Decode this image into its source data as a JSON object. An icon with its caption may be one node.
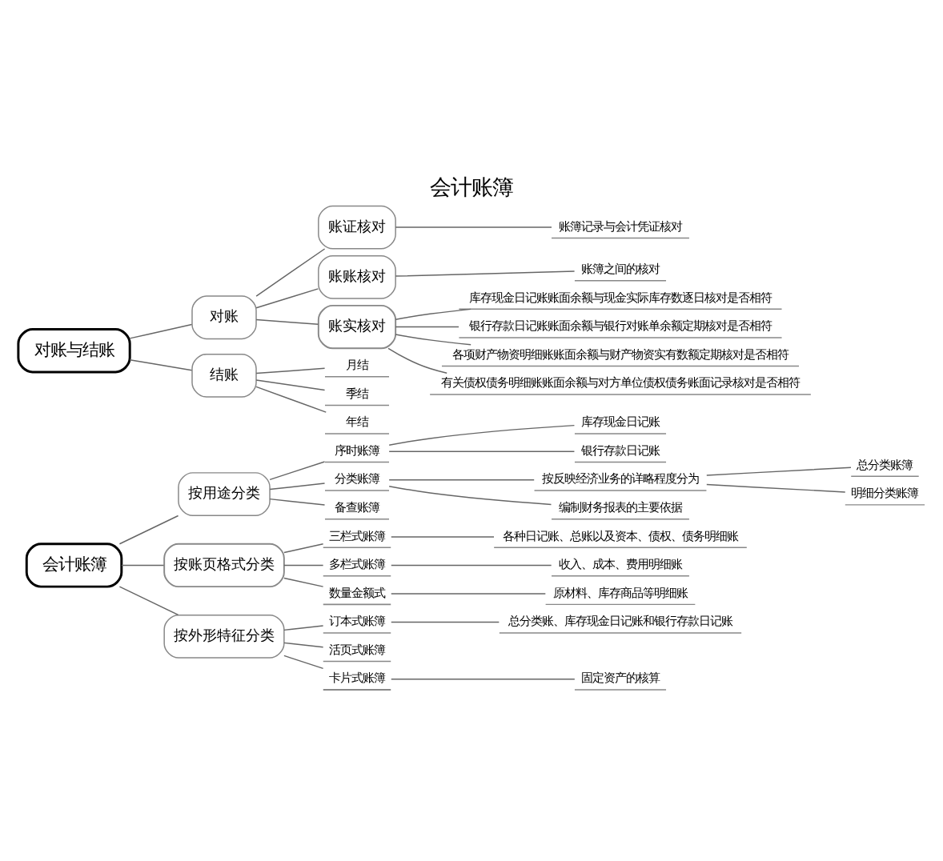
{
  "diagram": {
    "title": "会计账簿",
    "nodes": [
      {
        "text": [
          "会计账簿"
        ]
      },
      {
        "text": [
          "按用途分类"
        ]
      },
      {
        "text": [
          "序时账簿"
        ]
      },
      {
        "text": [
          "库存现金日记账"
        ]
      },
      {
        "text": [
          "银行存款日记账"
        ]
      },
      {
        "text": [
          "分类账簿"
        ]
      },
      {
        "text": [
          "按反映经济业务的详略程度分为"
        ]
      },
      {
        "text": [
          "总分类账簿"
        ]
      },
      {
        "text": [
          "明细分类账簿"
        ]
      },
      {
        "text": [
          "编制财务报表的主要依据"
        ]
      },
      {
        "text": [
          "备查账簿"
        ]
      },
      {
        "text": [
          "按账页格式分类"
        ]
      },
      {
        "text": [
          "三栏式账簿"
        ]
      },
      {
        "text": [
          "各种日记账、总账以及资本、债权、债务明细账"
        ]
      },
      {
        "text": [
          "多栏式账簿"
        ]
      },
      {
        "text": [
          "收入、成本、费用明细账"
        ]
      },
      {
        "text": [
          "数量金额式"
        ]
      },
      {
        "text": [
          "原材料、库存商品等明细账"
        ]
      },
      {
        "text": [
          "按外形特征分类"
        ]
      },
      {
        "text": [
          "订本式账簿"
        ]
      },
      {
        "text": [
          "总分类账、库存现金日记账和银行存款日记账"
        ]
      },
      {
        "text": [
          "活页式账簿"
        ]
      },
      {
        "text": [
          "卡片式账簿"
        ]
      },
      {
        "text": [
          "固定资产的核算"
        ]
      },
      {
        "text": [
          "对账与结账"
        ]
      },
      {
        "text": [
          "对账"
        ]
      },
      {
        "text": [
          "账证核对"
        ]
      },
      {
        "text": [
          "账簿记录与会计凭证核对"
        ]
      },
      {
        "text": [
          "账账核对"
        ]
      },
      {
        "text": [
          "账簿之间的核对"
        ]
      },
      {
        "text": [
          "账实核对"
        ]
      },
      {
        "text": [
          "库存现金日记账账面余额与现金实际库存数逐日核对是否相符"
        ]
      },
      {
        "text": [
          "银行存款日记账账面余额与银行对账单余额定期核对是否相符"
        ]
      },
      {
        "text": [
          "各项财产物资明细账账面余额与财产物资实有数额定期核对是否相符"
        ]
      },
      {
        "text": [
          "有关债权债务明细账账面余额与对方单位债权债务账面记录核对是否相符"
        ]
      },
      {
        "text": [
          "结账"
        ]
      },
      {
        "text": [
          "月结"
        ]
      },
      {
        "text": [
          "季结"
        ]
      },
      {
        "text": [
          "年结"
        ]
      }
    ],
    "edges": [
      {
        "from": 0,
        "to": 1,
        "arrow": "none"
      },
      {
        "from": 1,
        "to": 2,
        "arrow": "none"
      },
      {
        "from": 2,
        "to": 3,
        "arrow": "none"
      },
      {
        "from": 2,
        "to": 4,
        "arrow": "none"
      },
      {
        "from": 1,
        "to": 5,
        "arrow": "none"
      },
      {
        "from": 5,
        "to": 6,
        "arrow": "none"
      },
      {
        "from": 6,
        "to": 7,
        "arrow": "none"
      },
      {
        "from": 6,
        "to": 8,
        "arrow": "none"
      },
      {
        "from": 5,
        "to": 9,
        "arrow": "none"
      },
      {
        "from": 1,
        "to": 10,
        "arrow": "none"
      },
      {
        "from": 0,
        "to": 11,
        "arrow": "none"
      },
      {
        "from": 11,
        "to": 12,
        "arrow": "none"
      },
      {
        "from": 12,
        "to": 13,
        "arrow": "none"
      },
      {
        "from": 11,
        "to": 14,
        "arrow": "none"
      },
      {
        "from": 14,
        "to": 15,
        "arrow": "none"
      },
      {
        "from": 11,
        "to": 16,
        "arrow": "none"
      },
      {
        "from": 16,
        "to": 17,
        "arrow": "none"
      },
      {
        "from": 0,
        "to": 18,
        "arrow": "none"
      },
      {
        "from": 18,
        "to": 19,
        "arrow": "none"
      },
      {
        "from": 19,
        "to": 20,
        "arrow": "none"
      },
      {
        "from": 18,
        "to": 21,
        "arrow": "none"
      },
      {
        "from": 18,
        "to": 22,
        "arrow": "none"
      },
      {
        "from": 22,
        "to": 23,
        "arrow": "none"
      },
      {
        "from": 24,
        "to": 25,
        "arrow": "none"
      },
      {
        "from": 25,
        "to": 26,
        "arrow": "none"
      },
      {
        "from": 26,
        "to": 27,
        "arrow": "none"
      },
      {
        "from": 25,
        "to": 28,
        "arrow": "none"
      },
      {
        "from": 28,
        "to": 29,
        "arrow": "none"
      },
      {
        "from": 25,
        "to": 30,
        "arrow": "none"
      },
      {
        "from": 30,
        "to": 31,
        "arrow": "none"
      },
      {
        "from": 30,
        "to": 32,
        "arrow": "none"
      },
      {
        "from": 30,
        "to": 33,
        "arrow": "none"
      },
      {
        "from": 30,
        "to": 34,
        "arrow": "none"
      },
      {
        "from": 24,
        "to": 35,
        "arrow": "none"
      },
      {
        "from": 35,
        "to": 36,
        "arrow": "none"
      },
      {
        "from": 35,
        "to": 37,
        "arrow": "none"
      },
      {
        "from": 35,
        "to": 38,
        "arrow": "none"
      }
    ]
  }
}
